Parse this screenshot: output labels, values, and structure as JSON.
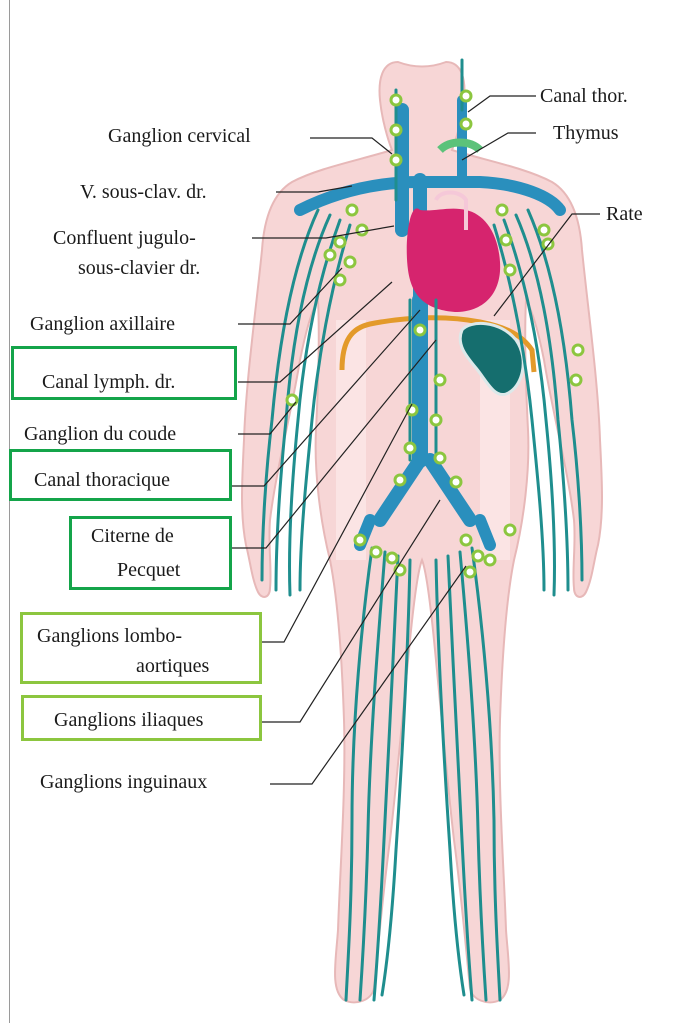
{
  "colors": {
    "lymph_vessel": "#1f8e8e",
    "lymph_node": "#8cc63f",
    "vein": "#2a8fbd",
    "heart": "#d6246e",
    "thymus": "#5cc27a",
    "spleen": "#156e6e",
    "body_fill": "#f7d6d6",
    "body_outline": "#e7b8b8",
    "diaphragm": "#e39a2a",
    "box_dark_green": "#14a44a",
    "box_light_green": "#8cc63f"
  },
  "labels": {
    "canal_thor": "Canal thor.",
    "thymus": "Thymus",
    "rate": "Rate",
    "ganglion_cervical": "Ganglion cervical",
    "v_sous_clav": "V. sous-clav. dr.",
    "confluent_line1": "Confluent jugulo-",
    "confluent_line2": "sous-clavier dr.",
    "ganglion_axillaire": "Ganglion axillaire",
    "canal_lymph": "Canal lymph. dr.",
    "ganglion_coude": "Ganglion du coude",
    "canal_thoracique": "Canal thoracique",
    "citerne_line1": "Citerne de",
    "citerne_line2": "Pecquet",
    "lombo_line1": "Ganglions lombo-",
    "lombo_line2": "aortiques",
    "iliaques": "Ganglions iliaques",
    "inguinaux": "Ganglions inguinaux"
  }
}
